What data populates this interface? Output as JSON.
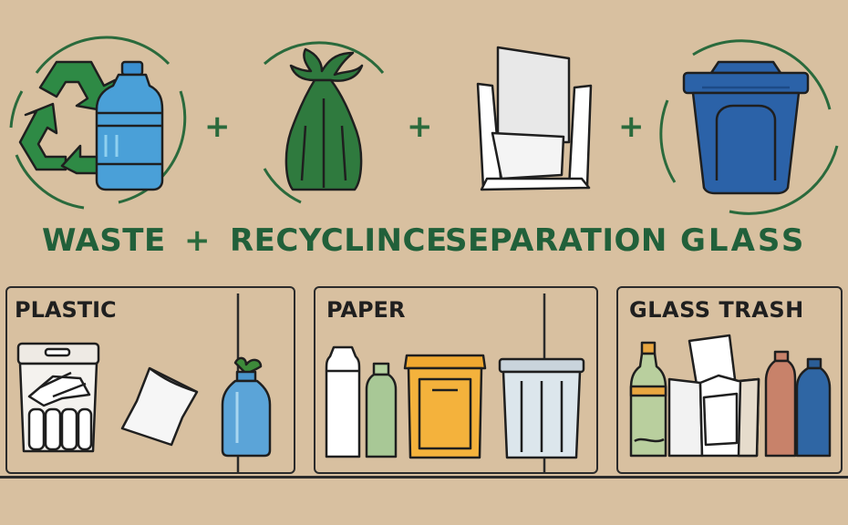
{
  "top_row": {
    "icons": [
      {
        "name": "recycle-icon"
      },
      {
        "name": "bottle-icon"
      },
      {
        "name": "green-bag-icon"
      },
      {
        "name": "paper-sheets-icon"
      },
      {
        "name": "blue-bin-icon"
      }
    ],
    "headings": [
      "WASTE",
      "RECYCLINCE",
      "SEPARATION",
      "GLASS"
    ],
    "plus_sign": "+"
  },
  "panels": [
    {
      "title": "PLASTIC",
      "items": [
        "transparent-bin-icon",
        "crumpled-paper-icon",
        "blue-plastic-bottle-icon"
      ]
    },
    {
      "title": "PAPER",
      "items": [
        "white-bottle-icon",
        "green-bottle-icon",
        "yellow-bin-icon",
        "clear-bin-icon"
      ]
    },
    {
      "title": "GLASS TRASH",
      "items": [
        "glass-bottle-icon",
        "paper-box-icon",
        "brown-bottle-icon",
        "blue-glass-bottle-icon"
      ]
    }
  ],
  "colors": {
    "background": "#d8c0a0",
    "heading_green": "#21603a",
    "recycle_green": "#2e8a45",
    "bin_blue": "#2b62a8",
    "bottle_blue": "#4aa0d8",
    "bag_green": "#2f7a3e",
    "outline": "#1f1f1f"
  }
}
